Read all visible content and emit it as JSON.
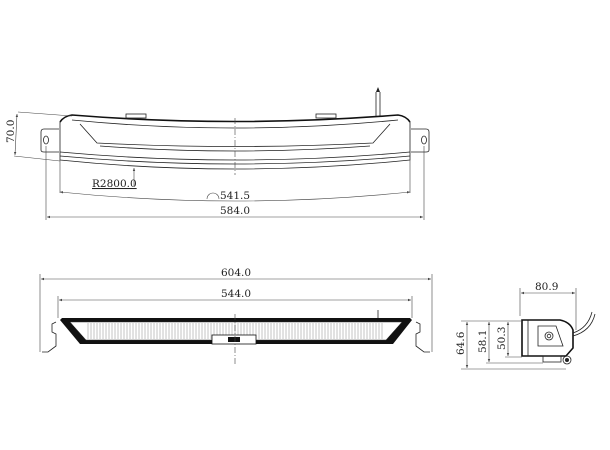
{
  "top_view": {
    "height_dim": "70.0",
    "radius_dim": "R2800.0",
    "arc_length_dim": "541.5",
    "overall_width_dim": "584.0"
  },
  "front_view": {
    "overall_width_dim": "604.0",
    "lens_width_dim": "544.0"
  },
  "side_view": {
    "depth_dim": "80.9",
    "height_total_dim": "64.6",
    "height_mid_dim": "58.1",
    "height_body_dim": "50.3"
  }
}
